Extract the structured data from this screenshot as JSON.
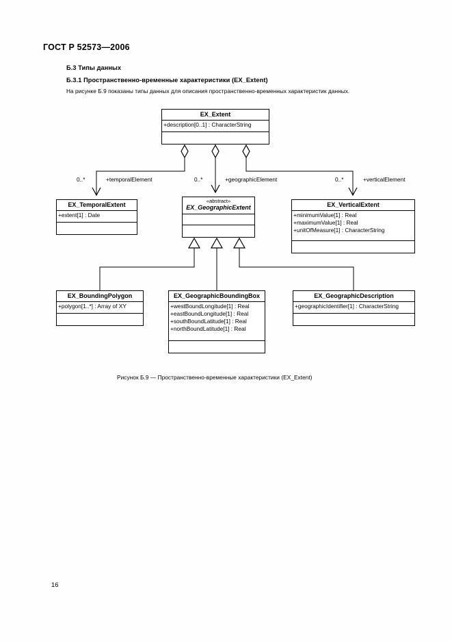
{
  "document": {
    "header": "ГОСТ Р 52573—2006",
    "page_number": "16",
    "section_heading": "Б.3  Типы данных",
    "subsection_heading": "Б.3.1  Пространственно-временные характеристики (EX_Extent)",
    "paragraph": "На рисунке Б.9 показаны типы данных для описания пространственно-временных характеристик данных.",
    "figure_caption": "Рисунок Б.9 — Пространственно-временные характеристики (EX_Extent)"
  },
  "diagram": {
    "type": "uml-class-diagram",
    "classes": [
      {
        "id": "ex-extent",
        "name": "EX_Extent",
        "stereotype": "",
        "abstract": false,
        "attributes": [
          "+description[0..1] : CharacterString"
        ],
        "operations": []
      },
      {
        "id": "ex-temporal-extent",
        "name": "EX_TemporalExtent",
        "stereotype": "",
        "abstract": false,
        "attributes": [
          "+extent[1] : Date"
        ],
        "operations": []
      },
      {
        "id": "ex-geographic-extent",
        "name": "EX_GeographicExtent",
        "stereotype": "«abstract»",
        "abstract": true,
        "attributes": [],
        "operations": []
      },
      {
        "id": "ex-vertical-extent",
        "name": "EX_VerticalExtent",
        "stereotype": "",
        "abstract": false,
        "attributes": [
          "+minimumValue[1] : Real",
          "+maximumValue[1] : Real",
          "+unitOfMeasure[1] : CharacterString"
        ],
        "operations": []
      },
      {
        "id": "ex-bounding-polygon",
        "name": "EX_BoundingPolygon",
        "stereotype": "",
        "abstract": false,
        "attributes": [
          "+polygon[1..*] : Array of XY"
        ],
        "operations": []
      },
      {
        "id": "ex-geographic-bounding-box",
        "name": "EX_GeographicBoundingBox",
        "stereotype": "",
        "abstract": false,
        "attributes": [
          "+westBoundLongitude[1] : Real",
          "+eastBoundLongitude[1] : Real",
          "+southBoundLatitude[1] : Real",
          "+northBoundLatitude[1] : Real"
        ],
        "operations": []
      },
      {
        "id": "ex-geographic-description",
        "name": "EX_GeographicDescription",
        "stereotype": "",
        "abstract": false,
        "attributes": [
          "+geographicIdentifier[1] : CharacterString"
        ],
        "operations": []
      }
    ],
    "aggregations": [
      {
        "from": "ex-extent",
        "to": "ex-temporal-extent",
        "multiplicity": "0..*",
        "role": "+temporalElement",
        "marker": "hollow-diamond"
      },
      {
        "from": "ex-extent",
        "to": "ex-geographic-extent",
        "multiplicity": "0..*",
        "role": "+geographicElement",
        "marker": "hollow-diamond"
      },
      {
        "from": "ex-extent",
        "to": "ex-vertical-extent",
        "multiplicity": "0..*",
        "role": "+verticalElement",
        "marker": "hollow-diamond"
      }
    ],
    "generalizations": [
      {
        "from": "ex-bounding-polygon",
        "to": "ex-geographic-extent",
        "marker": "hollow-triangle"
      },
      {
        "from": "ex-geographic-bounding-box",
        "to": "ex-geographic-extent",
        "marker": "hollow-triangle"
      },
      {
        "from": "ex-geographic-description",
        "to": "ex-geographic-extent",
        "marker": "hollow-triangle"
      }
    ],
    "colors": {
      "line": "#000000",
      "fill": "#ffffff"
    }
  }
}
